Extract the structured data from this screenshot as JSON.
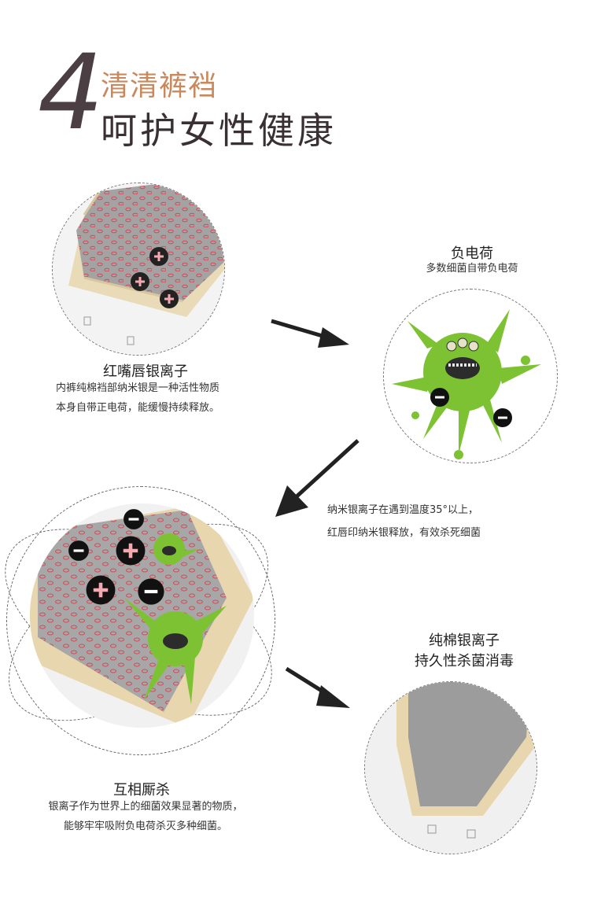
{
  "header": {
    "number": "4",
    "line1": "清清裤裆",
    "line2": "呵护女性健康"
  },
  "section1": {
    "title": "红嘴唇银离子",
    "desc_line1": "内裤纯棉裆部纳米银是一种活性物质",
    "desc_line2": "本身自带正电荷，能缓慢持续释放。"
  },
  "section2": {
    "title": "负电荷",
    "subtitle": "多数细菌自带负电荷"
  },
  "section3": {
    "line1": "纳米银离子在遇到温度35°以上，",
    "line2": "红唇印纳米银释放，有效杀死细菌"
  },
  "section4": {
    "title": "互相厮杀",
    "desc_line1": "银离子作为世界上的细菌效果显著的物质，",
    "desc_line2": "能够牢牢吸附负电荷杀灭多种细菌。"
  },
  "section5": {
    "line1": "纯棉银离子",
    "line2": "持久性杀菌消毒"
  },
  "colors": {
    "accent_title": "#c9895c",
    "dark_title": "#3a3034",
    "fabric_gray": "#9c9c9c",
    "fabric_border": "#e8d9b5",
    "lip_red": "#d44a58",
    "bacteria_green": "#7dc232"
  },
  "icons": [
    "plus-charge-icon",
    "minus-charge-icon",
    "arrow-icon",
    "bacteria-icon"
  ]
}
